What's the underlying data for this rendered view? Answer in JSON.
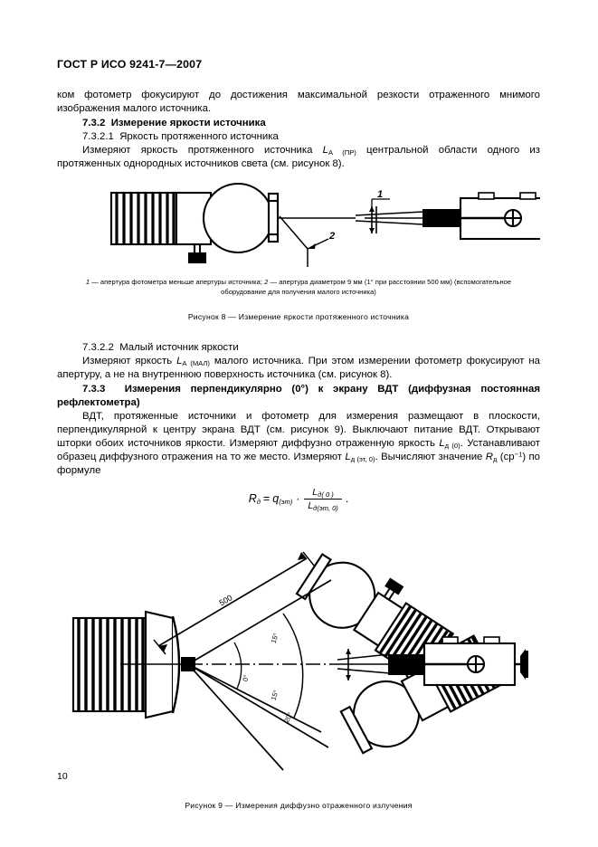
{
  "document": {
    "standard_header": "ГОСТ Р ИСО 9241-7—2007",
    "page_number": "10",
    "language": "ru"
  },
  "body": {
    "para_continued": "ком фотометр фокусируют до достижения максимальной резкости отраженного мнимого изображения малого источника.",
    "section_732": {
      "number": "7.3.2",
      "title": "Измерение яркости источника"
    },
    "section_7321": {
      "number": "7.3.2.1",
      "title": "Яркость протяженного источника",
      "text_before_symbol": "Измеряют яркость протяженного источника ",
      "symbol": "L",
      "symbol_sub": "А (ПР)",
      "text_after_symbol": " центральной области одного из протяженных однородных источников света (см. рисунок 8)."
    },
    "section_7322": {
      "number": "7.3.2.2",
      "title": "Малый источник яркости",
      "text_before_symbol": "Измеряют яркость ",
      "symbol": "L",
      "symbol_sub": "А (МАЛ)",
      "text_after_symbol": " малого источника. При этом измерении фотометр фокусируют на апертуру, а не на внутреннюю поверхность источника (см. рисунок 8)."
    },
    "section_733": {
      "number": "7.3.3",
      "title": "Измерения  перпендикулярно (0°) к  экрану  ВДТ  (диффузная  постоянная  рефлектометра)",
      "para_part1": "ВДТ, протяженные источники и фотометр для измерения размещают в плоскости, перпендикулярной к центру экрана ВДТ (см. рисунок 9). Выключают питание ВДТ. Открывают шторки обоих источников яркости. Измеряют диффузно отраженную яркость ",
      "symbol1": "L",
      "symbol1_sub": "д (0)",
      "para_part2": ". Устанавливают образец диффузного отражения на то же место. Измеряют ",
      "symbol2": "L",
      "symbol2_sub": "д (эт, 0)",
      "para_part3": ". Вычисляют значение ",
      "symbol3": "R",
      "symbol3_sub": "д",
      "para_part4": " (ср",
      "para_sup": "−1",
      "para_part5": ") по формуле"
    }
  },
  "formula": {
    "lhs_symbol": "R",
    "lhs_sub": "д",
    "equals": "=",
    "factor_symbol": "q",
    "factor_sub": "(эт)",
    "operator": "·",
    "numerator_symbol": "L",
    "numerator_sub": "д( 0 )",
    "denominator_symbol": "L",
    "denominator_sub": "д(эт, 0)",
    "period": "."
  },
  "figure8": {
    "legend_item1_marker": "1",
    "legend_dash": "—",
    "legend_item1_text": "апертура фотометра меньше апертуры источника;",
    "legend_item2_marker": "2",
    "legend_item2_text": "апертура диаметром 9 мм (1° при расстоянии 500 мм) (вспомогательное оборудование для получения малого источника)",
    "caption": "Рисунок 8 — Измерение яркости протяженного источника",
    "callout_1": "1",
    "callout_2": "2"
  },
  "figure9": {
    "caption": "Рисунок 9 — Измерения диффузно отраженного излучения",
    "dimension_label": "500",
    "angle_label_top": "15°",
    "angle_label_mid": "0°",
    "angle_label_low": "15°",
    "angle_label_low2": "20°"
  },
  "colors": {
    "ink": "#000000",
    "paper": "#ffffff"
  }
}
